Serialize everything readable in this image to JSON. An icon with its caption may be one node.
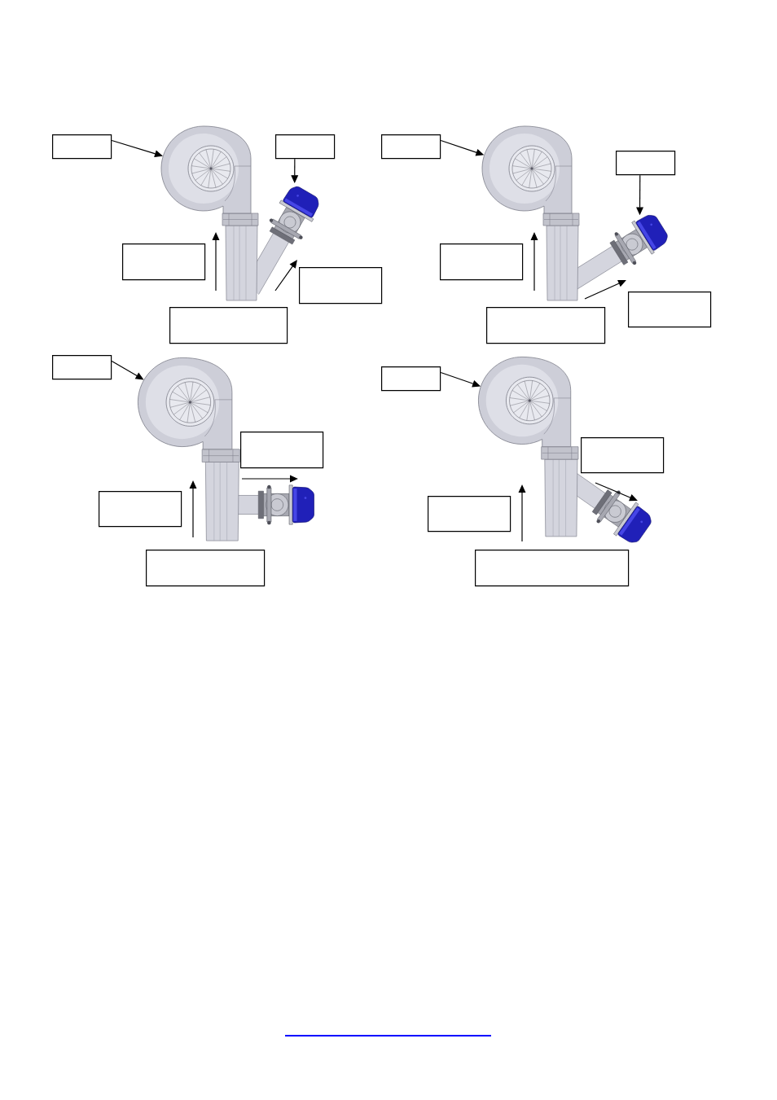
{
  "diagram": {
    "nodes": [
      {
        "text": [],
        "shape": "box"
      },
      {
        "text": [],
        "shape": "picture"
      },
      {
        "text": [],
        "shape": "box"
      },
      {
        "text": [],
        "shape": "picture"
      },
      {
        "text": [],
        "shape": "box"
      },
      {
        "text": [],
        "shape": "box"
      },
      {
        "text": [],
        "shape": "box"
      },
      {
        "text": [],
        "shape": "box"
      },
      {
        "text": [],
        "shape": "picture"
      },
      {
        "text": [],
        "shape": "box"
      },
      {
        "text": [],
        "shape": "picture"
      },
      {
        "text": [],
        "shape": "box"
      },
      {
        "text": [],
        "shape": "box"
      },
      {
        "text": [],
        "shape": "box"
      },
      {
        "text": [],
        "shape": "box"
      },
      {
        "text": [],
        "shape": "picture"
      },
      {
        "text": [],
        "shape": "box"
      },
      {
        "text": [],
        "shape": "picture"
      },
      {
        "text": [],
        "shape": "box"
      },
      {
        "text": [],
        "shape": "box"
      },
      {
        "text": [],
        "shape": "box"
      },
      {
        "text": [],
        "shape": "picture"
      },
      {
        "text": [],
        "shape": "box"
      },
      {
        "text": [],
        "shape": "picture"
      },
      {
        "text": [],
        "shape": "box"
      },
      {
        "text": [],
        "shape": "box"
      }
    ],
    "edges": [
      {
        "from": 0,
        "to": 1,
        "arrow": "to"
      },
      {
        "from": 2,
        "to": 3,
        "arrow": "to"
      },
      {
        "from": 7,
        "to": 8,
        "arrow": "to"
      },
      {
        "from": 9,
        "to": 10,
        "arrow": "to"
      },
      {
        "from": 14,
        "to": 15,
        "arrow": "to"
      },
      {
        "from": 20,
        "to": 21,
        "arrow": "to"
      }
    ]
  }
}
